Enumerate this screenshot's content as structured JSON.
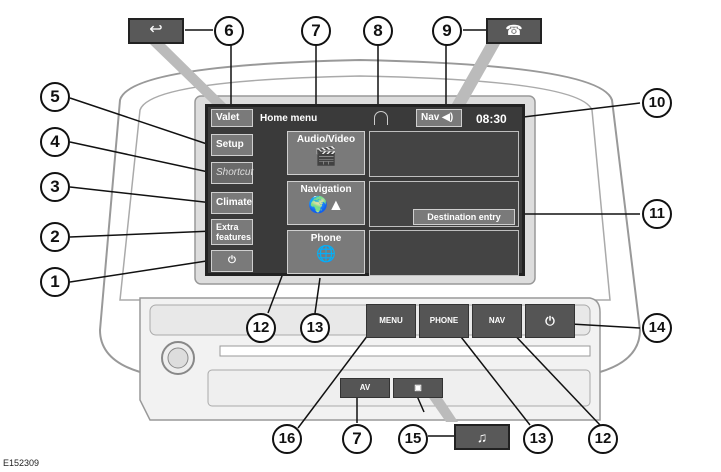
{
  "screen": {
    "valet_label": "Valet",
    "home_menu_label": "Home menu",
    "nav_label": "Nav",
    "clock": "08:30",
    "setup_label": "Setup",
    "shortcut_label": "Shortcut",
    "climate_label": "Climate",
    "extra_features_label": "Extra\nfeatures",
    "power_symbol": "⏻",
    "audio_video_label": "Audio/Video",
    "navigation_label": "Navigation",
    "phone_label": "Phone",
    "destination_entry_label": "Destination entry"
  },
  "hardware": {
    "menu_label": "MENU",
    "phone_label": "PHONE",
    "nav_label": "NAV",
    "power_symbol": "⏻",
    "av_label": "AV",
    "music_symbol": "♫",
    "back_symbol": "↩",
    "phone_end_symbol": "☎"
  },
  "callouts": [
    "1",
    "2",
    "3",
    "4",
    "5",
    "6",
    "7",
    "8",
    "9",
    "10",
    "11",
    "12",
    "13",
    "14",
    "15",
    "16",
    "7",
    "12",
    "13",
    "12",
    "13"
  ],
  "figure_ref": "E152309"
}
